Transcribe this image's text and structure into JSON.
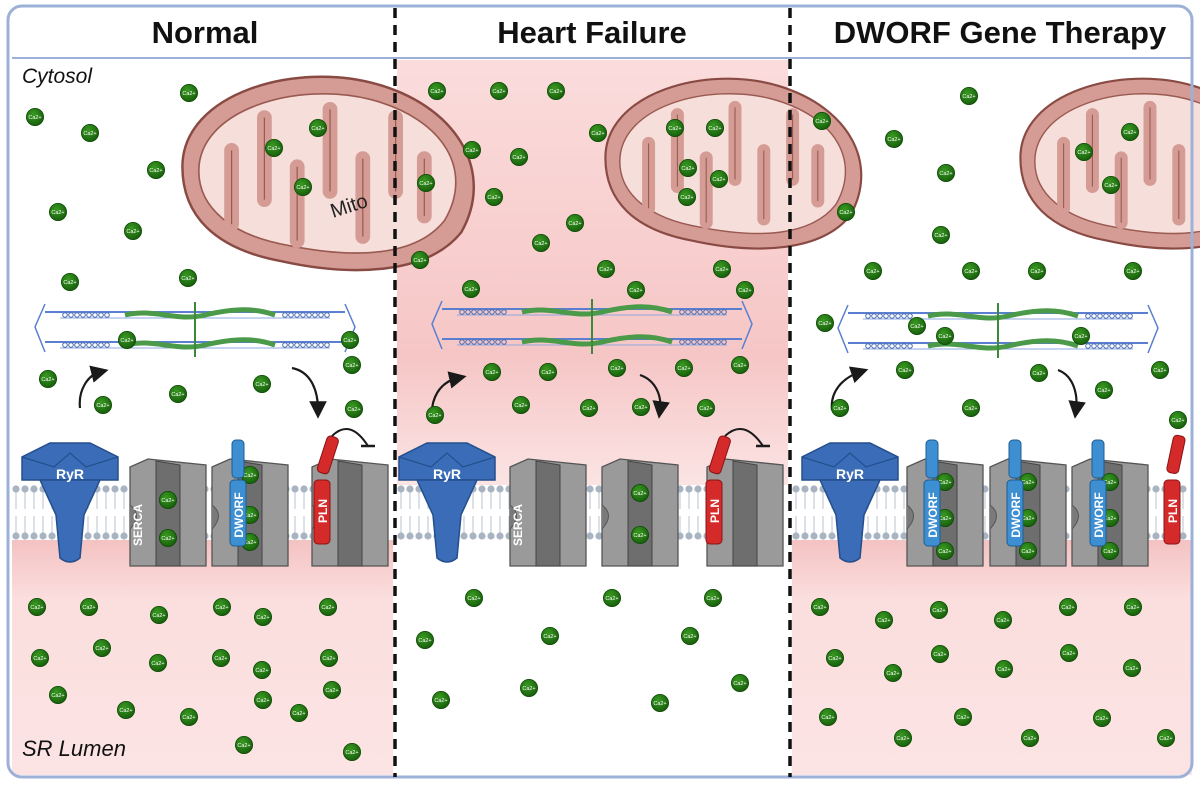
{
  "panels": [
    {
      "id": "normal",
      "title": "Normal",
      "proteins": [
        "RyR",
        "SERCA",
        "DWORF",
        "PLN"
      ],
      "cytosol_shaded": false,
      "lumen_shaded": true
    },
    {
      "id": "heart-failure",
      "title": "Heart Failure",
      "proteins": [
        "RyR",
        "SERCA",
        "PLN"
      ],
      "cytosol_shaded": true,
      "lumen_shaded": false
    },
    {
      "id": "dworf-gene-therapy",
      "title": "DWORF Gene Therapy",
      "proteins": [
        "RyR",
        "DWORF",
        "DWORF",
        "DWORF",
        "PLN"
      ],
      "cytosol_shaded": false,
      "lumen_shaded": true
    }
  ],
  "labels": {
    "cytosol": "Cytosol",
    "sr_lumen": "SR Lumen",
    "mito": "Mito",
    "ca": "Ca2+"
  },
  "colors": {
    "frame": "#9db0d8",
    "divider": "#111111",
    "cytosol_pink": "#fbdcdc",
    "ca_green": "#1e6e0f",
    "ryr_blue": "#3a6cb8",
    "dworf_blue": "#3d8fd1",
    "pln_red": "#d42a2a",
    "serca_gray": "#8a8a8a",
    "mito_outer": "#d49c94",
    "mito_inner": "#f6dfda"
  }
}
